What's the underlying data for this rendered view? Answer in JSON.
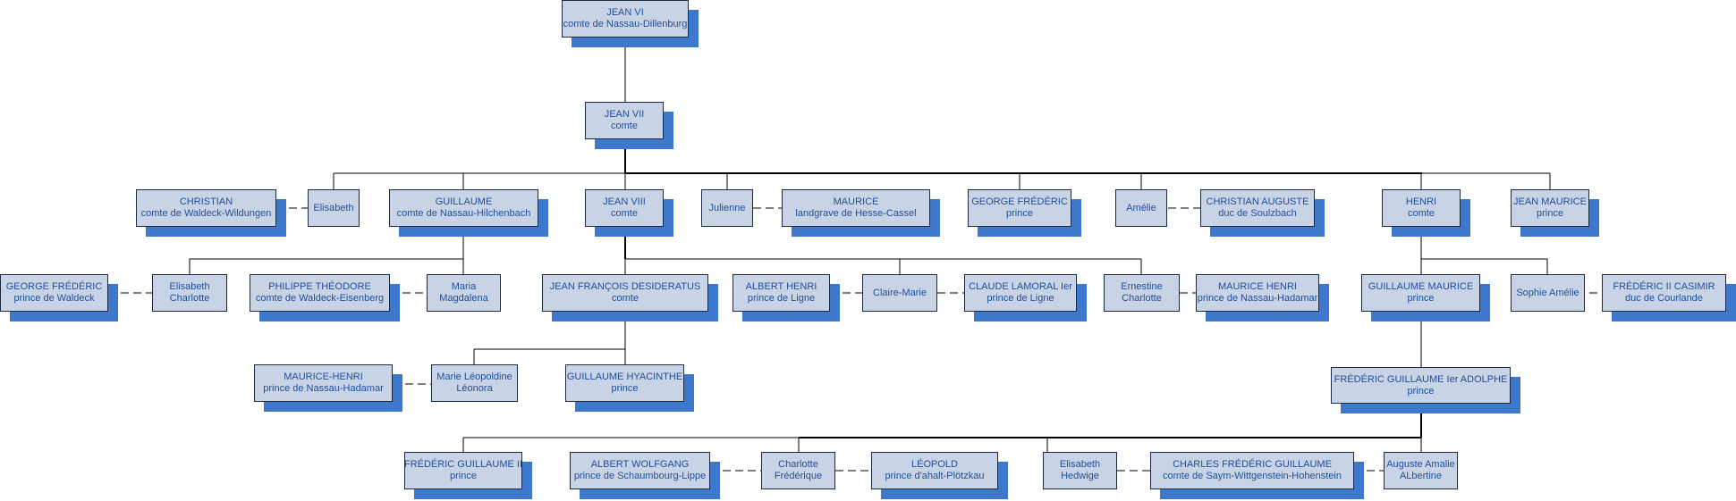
{
  "colors": {
    "box_fill": "#c8d4e6",
    "box_border": "#1b2a40",
    "shadow": "#3e78cc",
    "text": "#1f4e99",
    "line": "#000000"
  },
  "nodes": {
    "jean_vi": {
      "name": "JEAN VI",
      "title": "comte de Nassau-Dillenburg"
    },
    "jean_vii": {
      "name": "JEAN VII",
      "title": "comte"
    },
    "christian": {
      "name": "CHRISTIAN",
      "title": "comte de Waldeck-Wildungen"
    },
    "elisabeth": {
      "name": "Elisabeth"
    },
    "guillaume": {
      "name": "GUILLAUME",
      "title": "comte de Nassau-Hilchenbach"
    },
    "jean_viii": {
      "name": "JEAN VIII",
      "title": "comte"
    },
    "julienne": {
      "name": "Julienne"
    },
    "maurice": {
      "name": "MAURICE",
      "title": "landgrave de Hesse-Cassel"
    },
    "george_frederic_prince": {
      "name": "GEORGE FRÉDÉRIC",
      "title": "prince"
    },
    "amelie": {
      "name": "Amélie"
    },
    "christian_auguste": {
      "name": "CHRISTIAN AUGUSTE",
      "title": "duc de Soulzbach"
    },
    "henri": {
      "name": "HENRI",
      "title": "comte"
    },
    "jean_maurice": {
      "name": "JEAN MAURICE",
      "title": "prince"
    },
    "george_frederic_waldeck": {
      "name": "GEORGE FRÉDÉRIC",
      "title": "prince de Waldeck"
    },
    "elisabeth_charlotte": {
      "name": "Elisabeth",
      "title": "Charlotte"
    },
    "philippe_theodore": {
      "name": "PHILIPPE THÉODORE",
      "title": "comte de Waldeck-Eisenberg"
    },
    "maria_magdalena": {
      "name": "Maria",
      "title": "Magdalena"
    },
    "jean_francois": {
      "name": "JEAN FRANÇOIS DESIDERATUS",
      "title": "comte"
    },
    "albert_henri": {
      "name": "ALBERT HENRI",
      "title": "prince de Ligne"
    },
    "claire_marie": {
      "name": "Claire-Marie"
    },
    "claude_lamoral": {
      "name": "CLAUDE LAMORAL Ier",
      "title": "prince de Ligne"
    },
    "ernestine_charlotte": {
      "name": "Ernestine",
      "title": "Charlotte"
    },
    "maurice_henri": {
      "name": "MAURICE HENRI",
      "title": "prince de Nassau-Hadamar"
    },
    "guillaume_maurice": {
      "name": "GUILLAUME MAURICE",
      "title": "prince"
    },
    "sophie_amelie": {
      "name": "Sophie Amélie"
    },
    "frederic_ii_casimir": {
      "name": "FRÉDÉRIC II CASIMIR",
      "title": "duc de Courlande"
    },
    "maurice_henri_2": {
      "name": "MAURICE-HENRI",
      "title": "prince de Nassau-Hadamar"
    },
    "marie_leopoldine": {
      "name": "Marie Léopoldine",
      "title": "Léonora"
    },
    "guillaume_hyacinthe": {
      "name": "GUILLAUME HYACINTHE",
      "title": "prince"
    },
    "frederic_guillaume_i": {
      "name": "FRÉDÉRIC GUILLAUME Ier ADOLPHE",
      "title": "prince"
    },
    "frederic_guillaume_ii": {
      "name": "FRÉDÉRIC GUILLAUME II",
      "title": "prince"
    },
    "albert_wolfgang": {
      "name": "ALBERT WOLFGANG",
      "title": "prince de Schaumbourg-Lippe"
    },
    "charlotte_frederique": {
      "name": "Charlotte",
      "title": "Frédérique"
    },
    "leopold": {
      "name": "LÉOPOLD",
      "title": "prince d'ahalt-Plötzkau"
    },
    "elisabeth_hedwige": {
      "name": "Elisabeth",
      "title": "Hedwige"
    },
    "charles_frederic": {
      "name": "CHARLES FRÉDÉRIC GUILLAUME",
      "title": "comte de Saym-Wittgenstein-Hohenstein"
    },
    "auguste_amalie": {
      "name": "Auguste Amalie",
      "title": "ALbertine"
    }
  }
}
